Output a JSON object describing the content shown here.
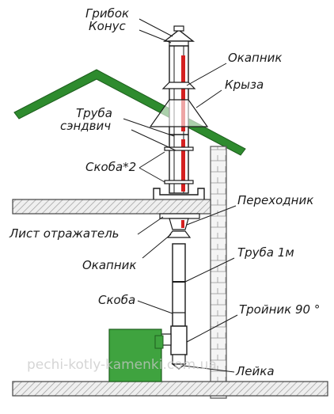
{
  "labels": {
    "cap": "Грибок",
    "cone": "Конус",
    "drip_top": "Окапник",
    "roof_flashing": "Крыза",
    "sandwich_line1": "Труба",
    "sandwich_line2": "сэндвич",
    "bracket_x2": "Скоба*2",
    "adapter": "Переходник",
    "reflector_sheet": "Лист отражатель",
    "drip_bottom": "Окапник",
    "pipe_1m": "Труба 1м",
    "bracket": "Скоба",
    "tee_90": "Тройник 90 °",
    "drain": "Лейка"
  },
  "watermark": "pechi-kotly-kamenki.com.ua",
  "colors": {
    "roof": "#2e8b2e",
    "boiler": "#3fa33f",
    "hot_pipe": "#d42020",
    "hatch": "#c9c9c9"
  }
}
